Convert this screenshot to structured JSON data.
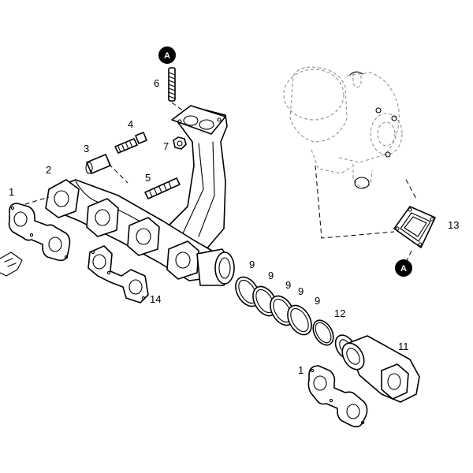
{
  "callouts": {
    "c1_top": "1",
    "c2": "2",
    "c3": "3",
    "c4": "4",
    "c5": "5",
    "c6": "6",
    "c7": "7",
    "c9a": "9",
    "c9b": "9",
    "c9c": "9",
    "c9d": "9",
    "c9e": "9",
    "c11": "11",
    "c12": "12",
    "c13": "13",
    "c14": "14",
    "c1_bottom": "1"
  },
  "reference_markers": {
    "top": "A",
    "right": "A"
  },
  "colors": {
    "line": "#000000",
    "ghost_line": "#888888",
    "background": "#ffffff"
  }
}
